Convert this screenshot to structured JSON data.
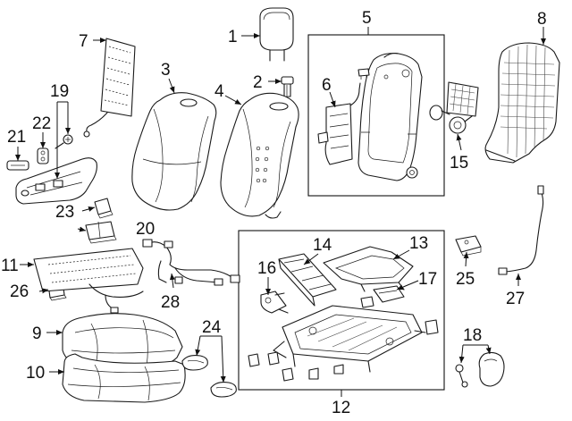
{
  "diagram": {
    "callouts": {
      "c1": "1",
      "c2": "2",
      "c3": "3",
      "c4": "4",
      "c5": "5",
      "c6": "6",
      "c7": "7",
      "c8": "8",
      "c9": "9",
      "c10": "10",
      "c11": "11",
      "c12": "12",
      "c13": "13",
      "c14": "14",
      "c15": "15",
      "c16": "16",
      "c17": "17",
      "c18": "18",
      "c19": "19",
      "c20": "20",
      "c21": "21",
      "c22": "22",
      "c23": "23",
      "c24": "24",
      "c25": "25",
      "c26": "26",
      "c27": "27",
      "c28": "28"
    },
    "colors": {
      "line": "#1a1a1a",
      "background": "#ffffff"
    }
  }
}
